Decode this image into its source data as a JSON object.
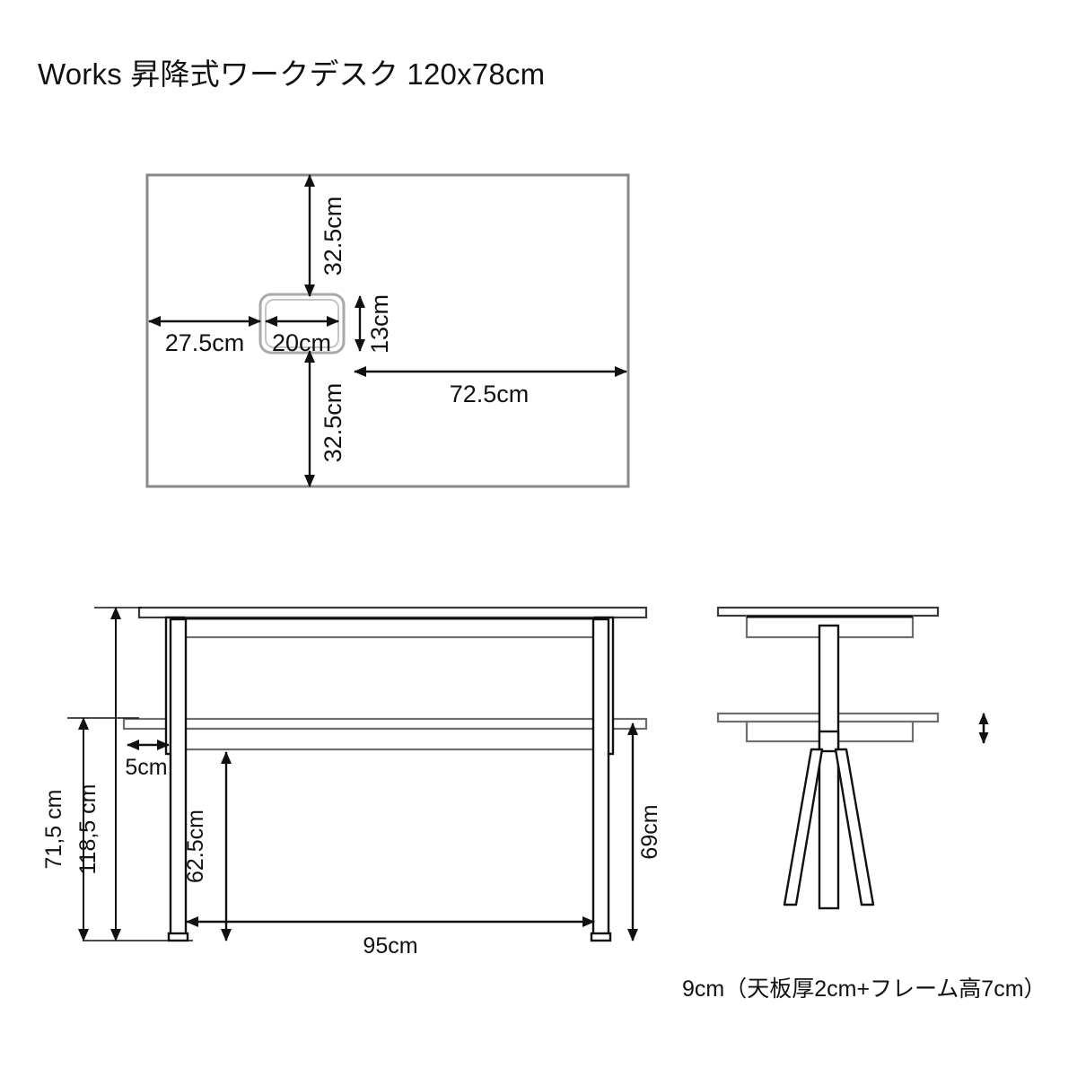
{
  "page": {
    "title": "Works 昇降式ワークデスク 120x78cm"
  },
  "views": {
    "top_view": {
      "name": "top-view",
      "dimensions": {
        "top_offset": "32.5cm",
        "bottom_offset": "32.5cm",
        "left_offset": "27.5cm",
        "grommet_width": "20cm",
        "grommet_height": "13cm",
        "right_offset": "72.5cm"
      }
    },
    "front_view": {
      "name": "front-view",
      "dimensions": {
        "height_low": "71,5 cm",
        "height_high": "118,5 cm",
        "frame_inset": "5cm",
        "clearance": "62.5cm",
        "leg_height": "69cm",
        "leg_span": "95cm"
      }
    },
    "side_view": {
      "name": "side-view",
      "caption": "9cm（天板厚2cm+フレーム高7cm）"
    }
  },
  "colors": {
    "line": "#111111",
    "light_line": "#8a8a8a",
    "background": "#ffffff",
    "text": "#111111"
  },
  "chart_data": {
    "type": "table",
    "title": "Works 昇降式ワークデスク 120x78cm",
    "categories": [
      "32.5cm",
      "27.5cm",
      "20cm",
      "13cm",
      "72.5cm",
      "32.5cm",
      "71,5 cm",
      "118,5 cm",
      "5cm",
      "62.5cm",
      "69cm",
      "95cm",
      "9cm（天板厚2cm+フレーム高7cm）"
    ],
    "values": [
      32.5,
      27.5,
      20,
      13,
      72.5,
      32.5,
      71.5,
      118.5,
      5,
      62.5,
      69,
      95,
      9
    ]
  }
}
